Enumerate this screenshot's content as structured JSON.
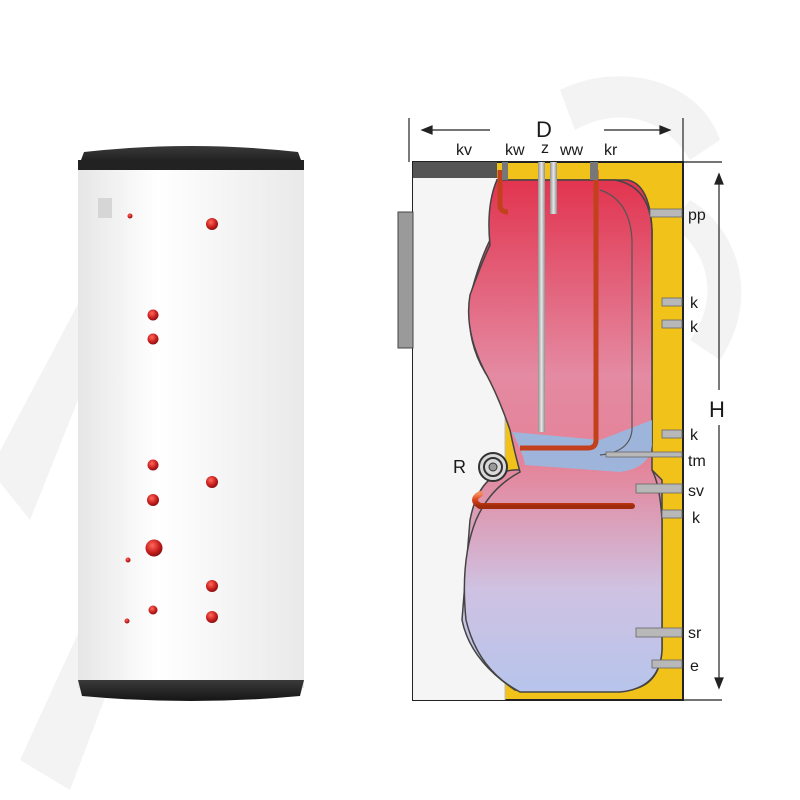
{
  "diagram": {
    "dimension_labels": {
      "diameter": "D",
      "height": "H"
    },
    "top_connections": [
      "kv",
      "kw",
      "z",
      "ww",
      "kr"
    ],
    "side_connections": [
      "pp",
      "k",
      "k",
      "k",
      "tm",
      "sv",
      "k",
      "sr",
      "e"
    ],
    "flange_label": "R"
  },
  "colors": {
    "tank_body": "#f4f4f4",
    "tank_cap": "#2b2b2b",
    "port_dot": "#c81e1e",
    "insulation": "#f1c21a",
    "water_hot": "#e2344f",
    "water_cold": "#92bde6",
    "coil": "#d84315",
    "watermark": "#f2f2f2"
  }
}
